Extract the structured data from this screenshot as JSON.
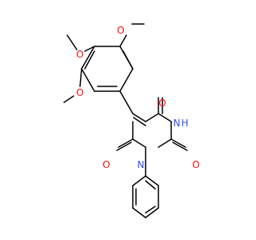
{
  "molecule": {
    "atoms": {
      "o_methoxy_top": "O",
      "o_methoxy_middle": "O",
      "o_methoxy_lower": "O",
      "o_carbonyl_right": "O",
      "o_carbonyl_bottom_right": "O",
      "o_carbonyl_left": "O",
      "n_imide": "N",
      "h_imide": "H",
      "n_phenyl": "N"
    },
    "colors": {
      "bond": "#000000",
      "oxygen": "#ff0d0d",
      "nitrogen": "#3050f8",
      "background": "#ffffff"
    }
  }
}
